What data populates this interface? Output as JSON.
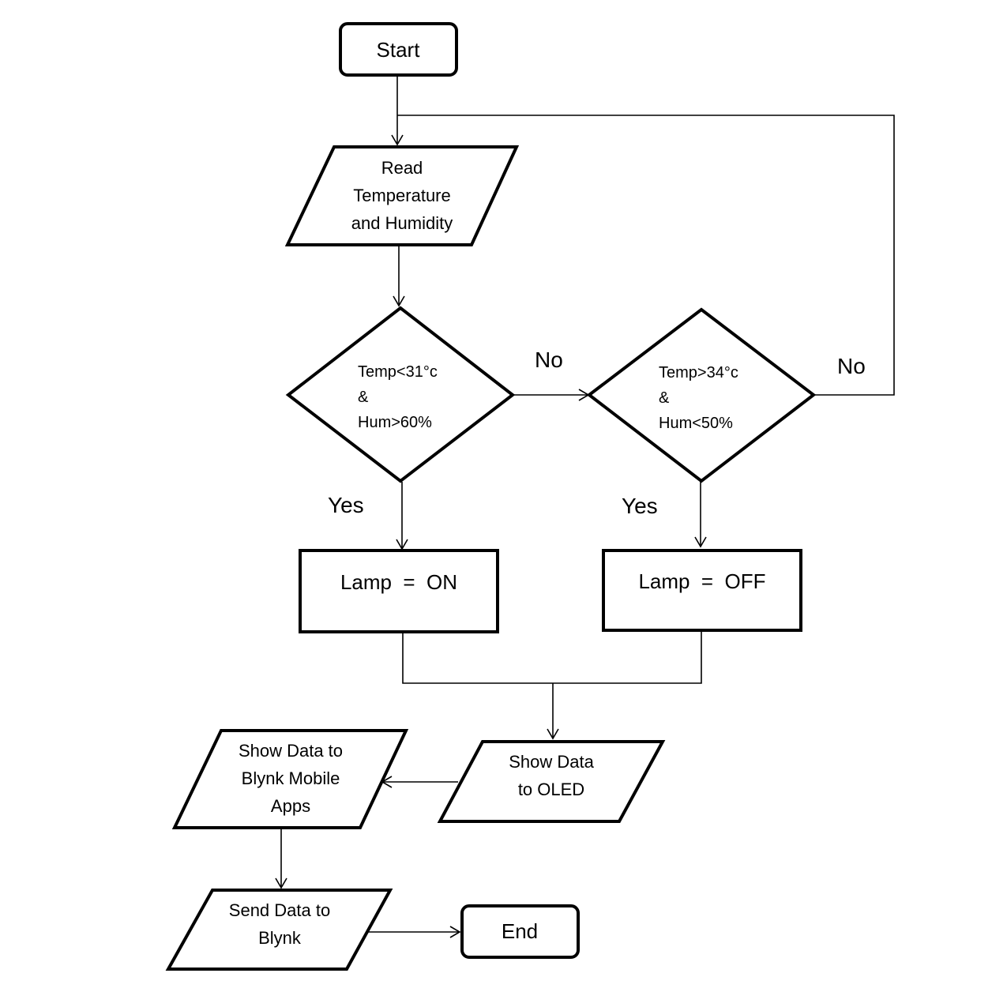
{
  "nodes": {
    "start": {
      "label": "Start"
    },
    "read": {
      "lines": [
        "Read",
        "Temperature",
        "and Humidity"
      ]
    },
    "decision1": {
      "lines": [
        "Temp<31°c",
        "&",
        "Hum>60%"
      ]
    },
    "decision2": {
      "lines": [
        "Temp>34°c",
        "&",
        "Hum<50%"
      ]
    },
    "lamp_on": {
      "label": "Lamp  =  ON"
    },
    "lamp_off": {
      "label": "Lamp  =  OFF"
    },
    "show_oled": {
      "lines": [
        "Show Data",
        "to OLED"
      ]
    },
    "show_blynk": {
      "lines": [
        "Show Data to",
        "Blynk Mobile",
        "Apps"
      ]
    },
    "send_blynk": {
      "lines": [
        "Send Data to",
        "Blynk"
      ]
    },
    "end": {
      "label": "End"
    }
  },
  "edge_labels": {
    "d1_no": "No",
    "d1_yes": "Yes",
    "d2_no": "No",
    "d2_yes": "Yes"
  }
}
